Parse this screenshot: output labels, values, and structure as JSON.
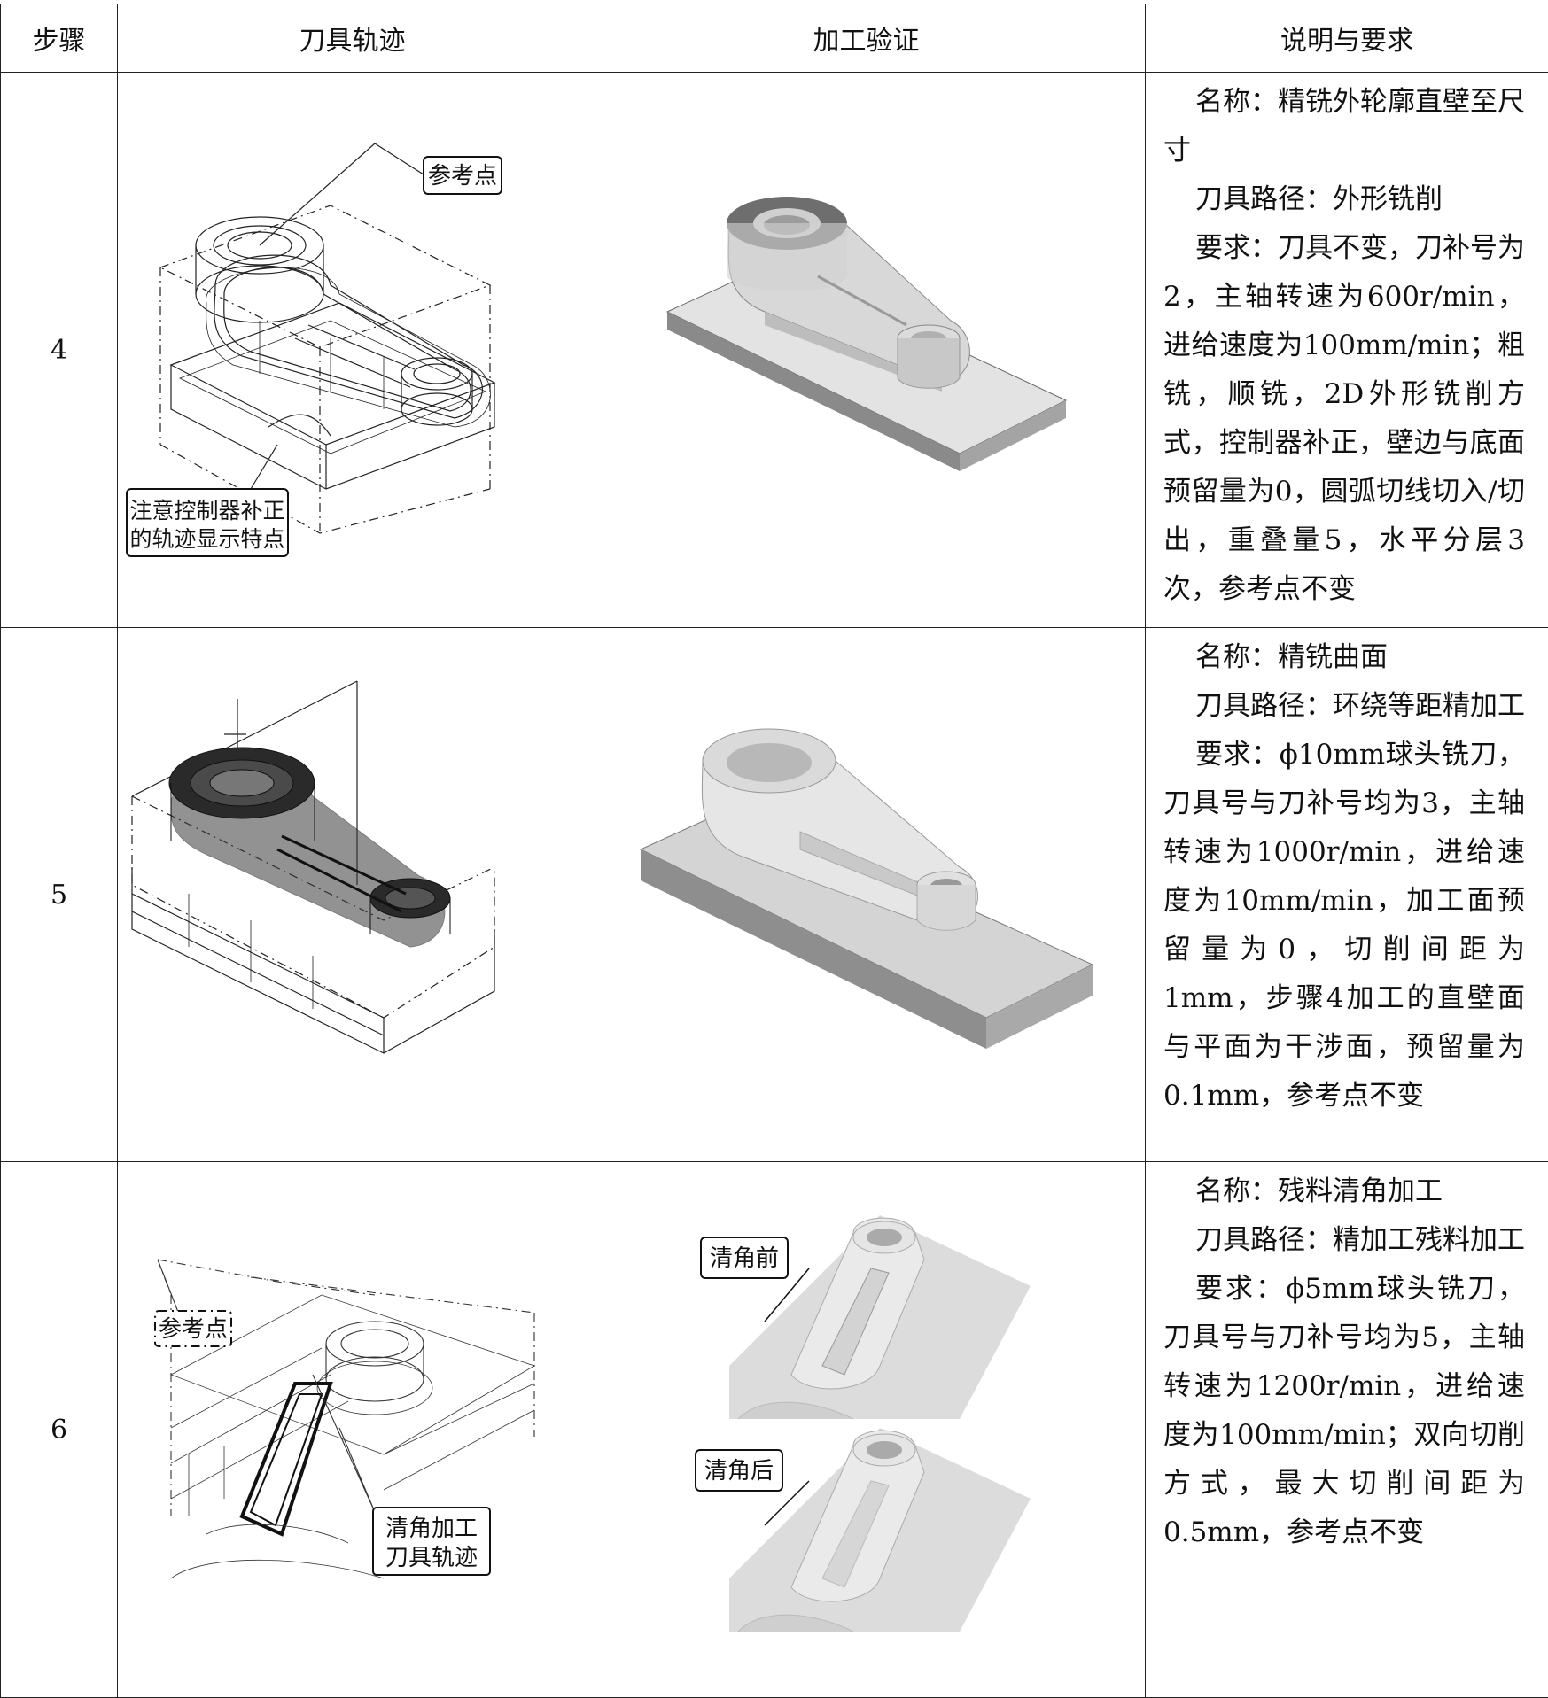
{
  "headers": {
    "step": "步骤",
    "toolpath": "刀具轨迹",
    "verify": "加工验证",
    "notes": "说明与要求"
  },
  "rows": [
    {
      "step": "4",
      "callouts": [
        "参考点",
        "注意控制器补正",
        "的轨迹显示特点"
      ],
      "desc": [
        "名称：精铣外轮廓直壁至尺寸",
        "刀具路径：外形铣削",
        "要求：刀具不变，刀补号为2，主轴转速为600r/min，进给速度为100mm/min；粗铣，顺铣，2D外形铣削方式，控制器补正，壁边与底面预留量为0，圆弧切线切入/切出，重叠量5，水平分层3次，参考点不变"
      ]
    },
    {
      "step": "5",
      "callouts": [],
      "desc": [
        "名称：精铣曲面",
        "刀具路径：环绕等距精加工",
        "要求：ϕ10mm球头铣刀，刀具号与刀补号均为3，主轴转速为1000r/min，进给速度为10mm/min，加工面预留量为0，切削间距为1mm，步骤4加工的直壁面与平面为干涉面，预留量为0.1mm，参考点不变"
      ]
    },
    {
      "step": "6",
      "callouts": [
        "参考点",
        "清角加工",
        "刀具轨迹",
        "清角前",
        "清角后"
      ],
      "desc": [
        "名称：残料清角加工",
        "刀具路径：精加工残料加工",
        "要求：ϕ5mm球头铣刀，刀具号与刀补号均为5，主轴转速为1200r/min，进给速度为100mm/min；双向切削方式，最大切削间距为0.5mm，参考点不变"
      ]
    }
  ]
}
